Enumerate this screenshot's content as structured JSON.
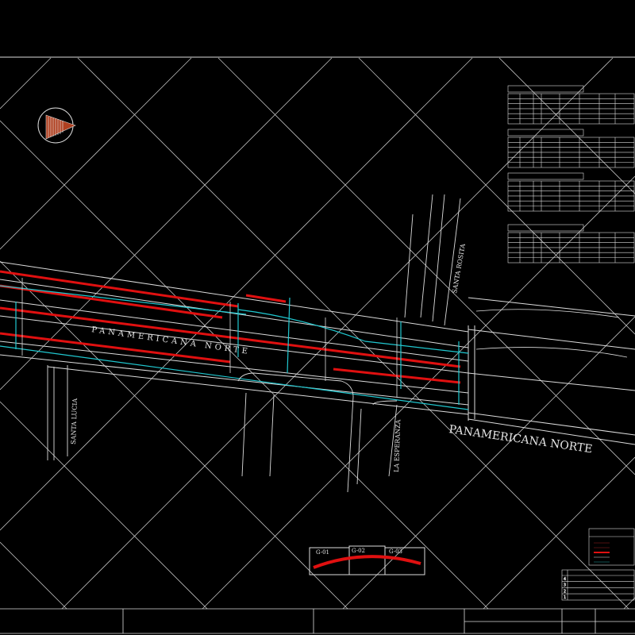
{
  "drawing": {
    "road_main_label": "PANAMERICANA NORTE",
    "road_main_label_left": "PANAMERICANA NORTE",
    "streets": [
      "SANTA LUCIA",
      "LA ESPERANZA",
      "SANTA ROSITA"
    ],
    "key_plan_sheets": [
      "G-01",
      "G-02",
      "G-03"
    ],
    "tables_count": 4,
    "legend_rows": 5,
    "revision_rows": [
      "4",
      "3",
      "2",
      "1"
    ]
  },
  "colors": {
    "background": "#000000",
    "linework": "#e0e0e0",
    "grid": "#bdbdbd",
    "red_layer": "#e01010",
    "cyan_layer": "#20c8d0"
  },
  "icons": {
    "north_arrow": "north-arrow-icon"
  }
}
